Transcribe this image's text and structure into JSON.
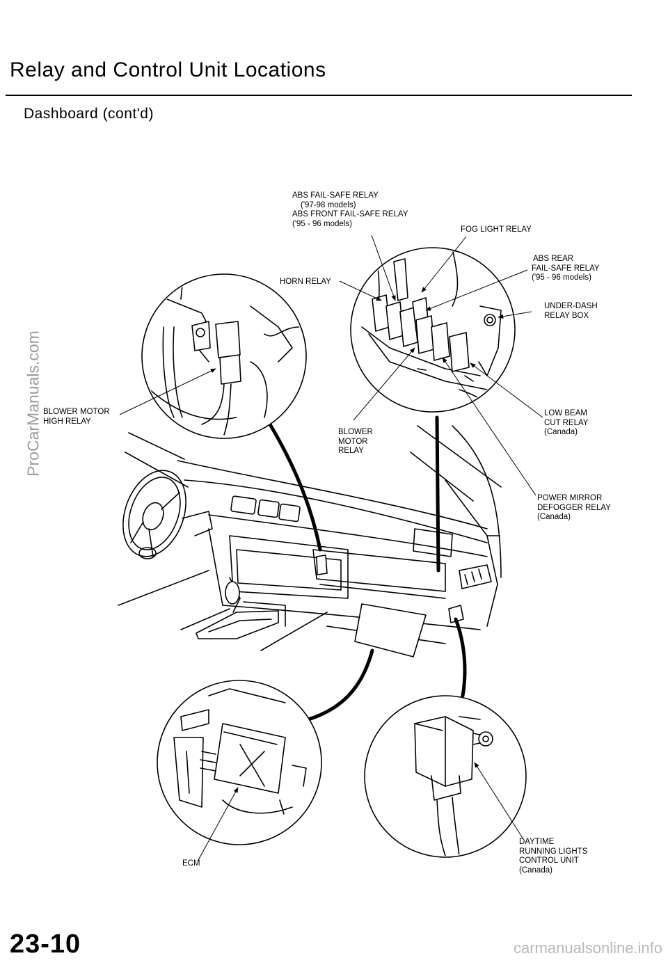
{
  "page": {
    "title": "Relay and Control Unit Locations",
    "subtitle": "Dashboard   (cont'd)",
    "page_number": "23-10",
    "watermark": "ProCarManuals.com",
    "footer": "carmanualsonline.info"
  },
  "labels": {
    "abs_failsafe": [
      "ABS FAIL-SAFE RELAY",
      "('97-98 models)",
      "ABS FRONT FAIL-SAFE RELAY",
      "('95 - 96 models)"
    ],
    "fog_light": [
      "FOG LIGHT RELAY"
    ],
    "abs_rear": [
      "ABS REAR",
      "FAIL-SAFE RELAY",
      "('95 - 96 models)"
    ],
    "horn": [
      "HORN RELAY"
    ],
    "under_dash": [
      "UNDER-DASH",
      "RELAY BOX"
    ],
    "blower_high": [
      "BLOWER MOTOR",
      "HIGH RELAY"
    ],
    "blower_motor": [
      "BLOWER",
      "MOTOR",
      "RELAY"
    ],
    "low_beam": [
      "LOW BEAM",
      "CUT RELAY",
      "(Canada)"
    ],
    "power_mirror": [
      "POWER MIRROR",
      "DEFOGGER RELAY",
      "(Canada)"
    ],
    "ecm": [
      "ECM"
    ],
    "daytime": [
      "DAYTIME",
      "RUNNING  LIGHTS",
      "CONTROL  UNIT",
      "(Canada)"
    ]
  }
}
